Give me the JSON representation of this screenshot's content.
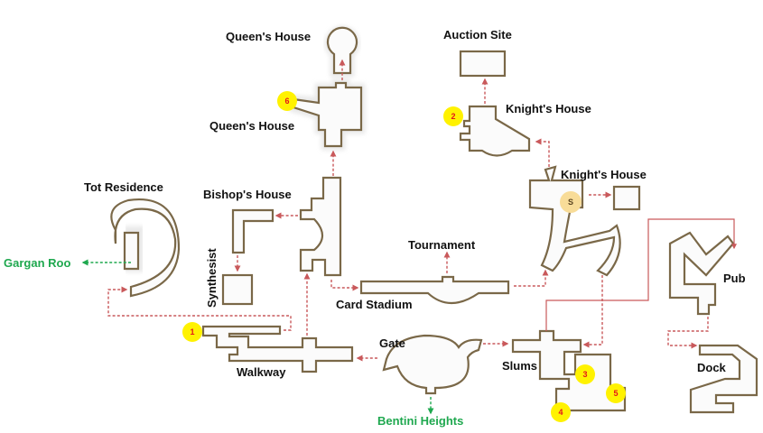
{
  "map": {
    "labels": {
      "queens_house_top": "Queen's House",
      "queens_house_mid": "Queen's House",
      "auction_site": "Auction Site",
      "knights_house_top": "Knight's House",
      "knights_house_mid": "Knight's House",
      "tot_residence": "Tot Residence",
      "bishops_house": "Bishop's House",
      "synthesist": "Synthesist",
      "gargan_roo": "Gargan Roo",
      "tournament": "Tournament",
      "card_stadium": "Card Stadium",
      "gate": "Gate",
      "walkway": "Walkway",
      "slums": "Slums",
      "bentini_heights": "Bentini Heights",
      "pub": "Pub",
      "dock": "Dock"
    },
    "markers": {
      "m1": "1",
      "m2": "2",
      "m3": "3",
      "m4": "4",
      "m5": "5",
      "m6": "6",
      "save": "S"
    },
    "colors": {
      "room_outline": "#7a6848",
      "route": "#c9595b",
      "exit": "#1fa84f",
      "marker": "#fff200",
      "marker_text": "#e4161b",
      "save_point": "#f8dc98"
    }
  }
}
